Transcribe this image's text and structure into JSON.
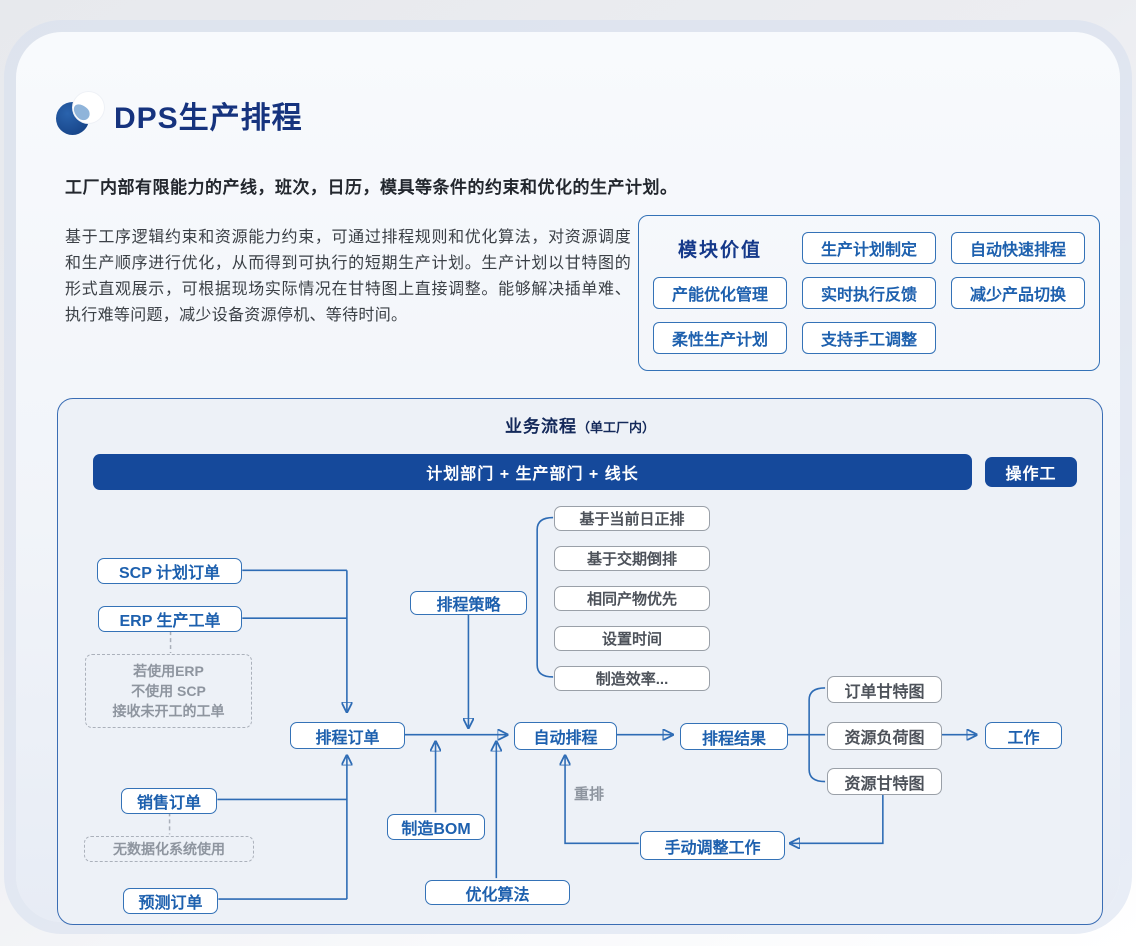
{
  "page": {
    "title": "DPS生产排程",
    "subtitle": "工厂内部有限能力的产线，班次，日历，模具等条件的约束和优化的生产计划。",
    "description": "基于工序逻辑约束和资源能力约束，可通过排程规则和优化算法，对资源调度和生产顺序进行优化，从而得到可执行的短期生产计划。生产计划以甘特图的形式直观展示，可根据现场实际情况在甘特图上直接调整。能够解决插单难、执行难等问题，减少设备资源停机、等待时间。"
  },
  "module_values": {
    "title": "模块价值",
    "items": [
      "生产计划制定",
      "自动快速排程",
      "产能优化管理",
      "实时执行反馈",
      "减少产品切换",
      "柔性生产计划",
      "支持手工调整"
    ]
  },
  "flow": {
    "title": "业务流程",
    "title_suffix": "（单工厂内）",
    "roles_bar": "计划部门 + 生产部门 + 线长",
    "operator": "操作工",
    "nodes": {
      "scp": "SCP 计划订单",
      "erp": "ERP 生产工单",
      "erp_note": [
        "若使用ERP",
        "不使用 SCP",
        "接收未开工的工单"
      ],
      "sales": "销售订单",
      "sales_note": "无数据化系统使用",
      "forecast": "预测订单",
      "schedule_orders": "排程订单",
      "strategy": "排程策略",
      "strategies": [
        "基于当前日正排",
        "基于交期倒排",
        "相同产物优先",
        "设置时间",
        "制造效率..."
      ],
      "bom": "制造BOM",
      "algorithm": "优化算法",
      "auto_schedule": "自动排程",
      "result": "排程结果",
      "gantt_order": "订单甘特图",
      "resource_load": "资源负荷图",
      "gantt_resource": "资源甘特图",
      "work": "工作",
      "manual_adjust": "手动调整工作",
      "reschedule_label": "重排"
    }
  },
  "colors": {
    "navy_bar": "#15499b",
    "blue_border": "#3472b7",
    "blue_text": "#1d60ae",
    "heading_navy": "#16337e",
    "gray_border": "#9aa0a8",
    "gray_text": "#4d525a",
    "dashed_gray": "#abb1bb",
    "panel_bg": "#edf1f7"
  }
}
